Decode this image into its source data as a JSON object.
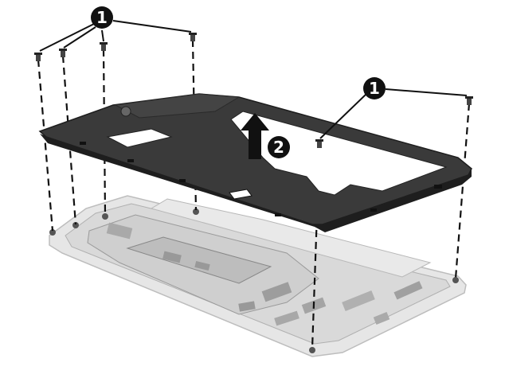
{
  "diagram": {
    "callouts": [
      {
        "id": "screws-left",
        "label": "1"
      },
      {
        "id": "screws-right",
        "label": "1"
      },
      {
        "id": "lift-arrow",
        "label": "2"
      }
    ],
    "colors": {
      "cover": "#3a3a3a",
      "cover_edge": "#1e1e1e",
      "base": "#e3e3e3",
      "board": "#d2d2d2",
      "callout_fill": "#111111",
      "arrow": "#111111"
    },
    "icons": [
      "screw-icon",
      "up-arrow-icon"
    ]
  }
}
